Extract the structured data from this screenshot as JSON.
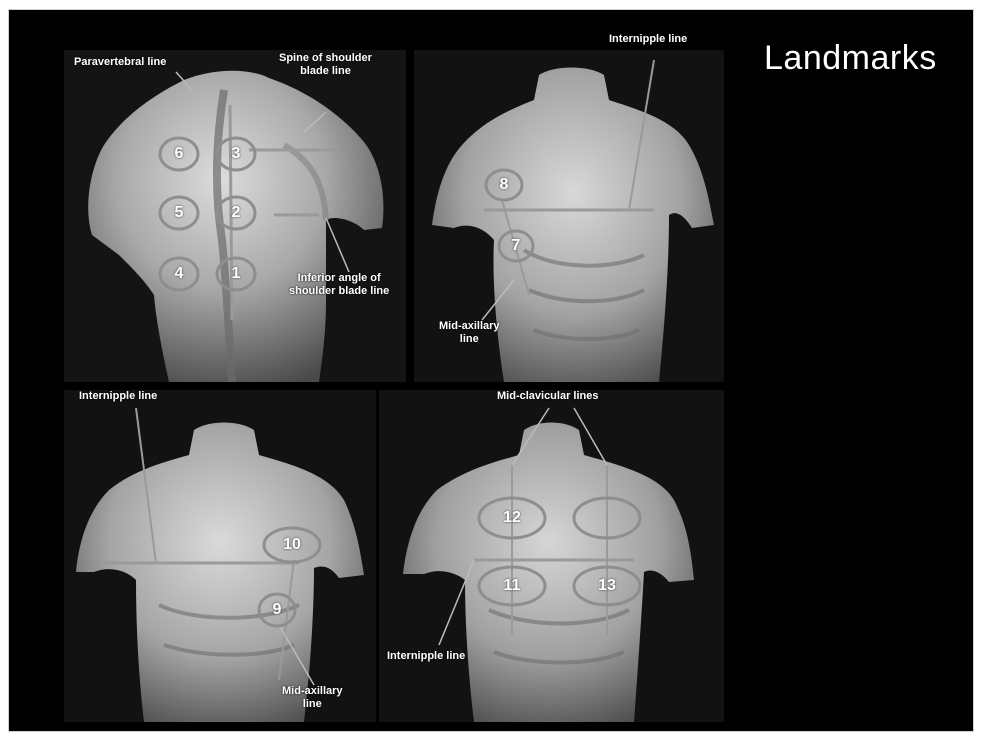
{
  "slide": {
    "title": "Landmarks"
  },
  "panels": {
    "back": {
      "labels": {
        "paravertebral": "Paravertebral line",
        "spine_of_shoulder": "Spine of shoulder\nblade line",
        "inferior_angle": "Inferior angle of\nshoulder blade line"
      },
      "points": [
        "1",
        "2",
        "3",
        "4",
        "5",
        "6"
      ]
    },
    "side_right": {
      "labels": {
        "internipple": "Internipple line",
        "mid_axillary": "Mid-axillary\nline"
      },
      "points": [
        "7",
        "8"
      ]
    },
    "front_left": {
      "labels": {
        "internipple": "Internipple line",
        "mid_axillary": "Mid-axillary\nline"
      },
      "points": [
        "9",
        "10"
      ]
    },
    "front": {
      "labels": {
        "mid_clavicular": "Mid-clavicular lines",
        "internipple": "Internipple line"
      },
      "points": [
        "11",
        "12",
        "13"
      ]
    }
  }
}
